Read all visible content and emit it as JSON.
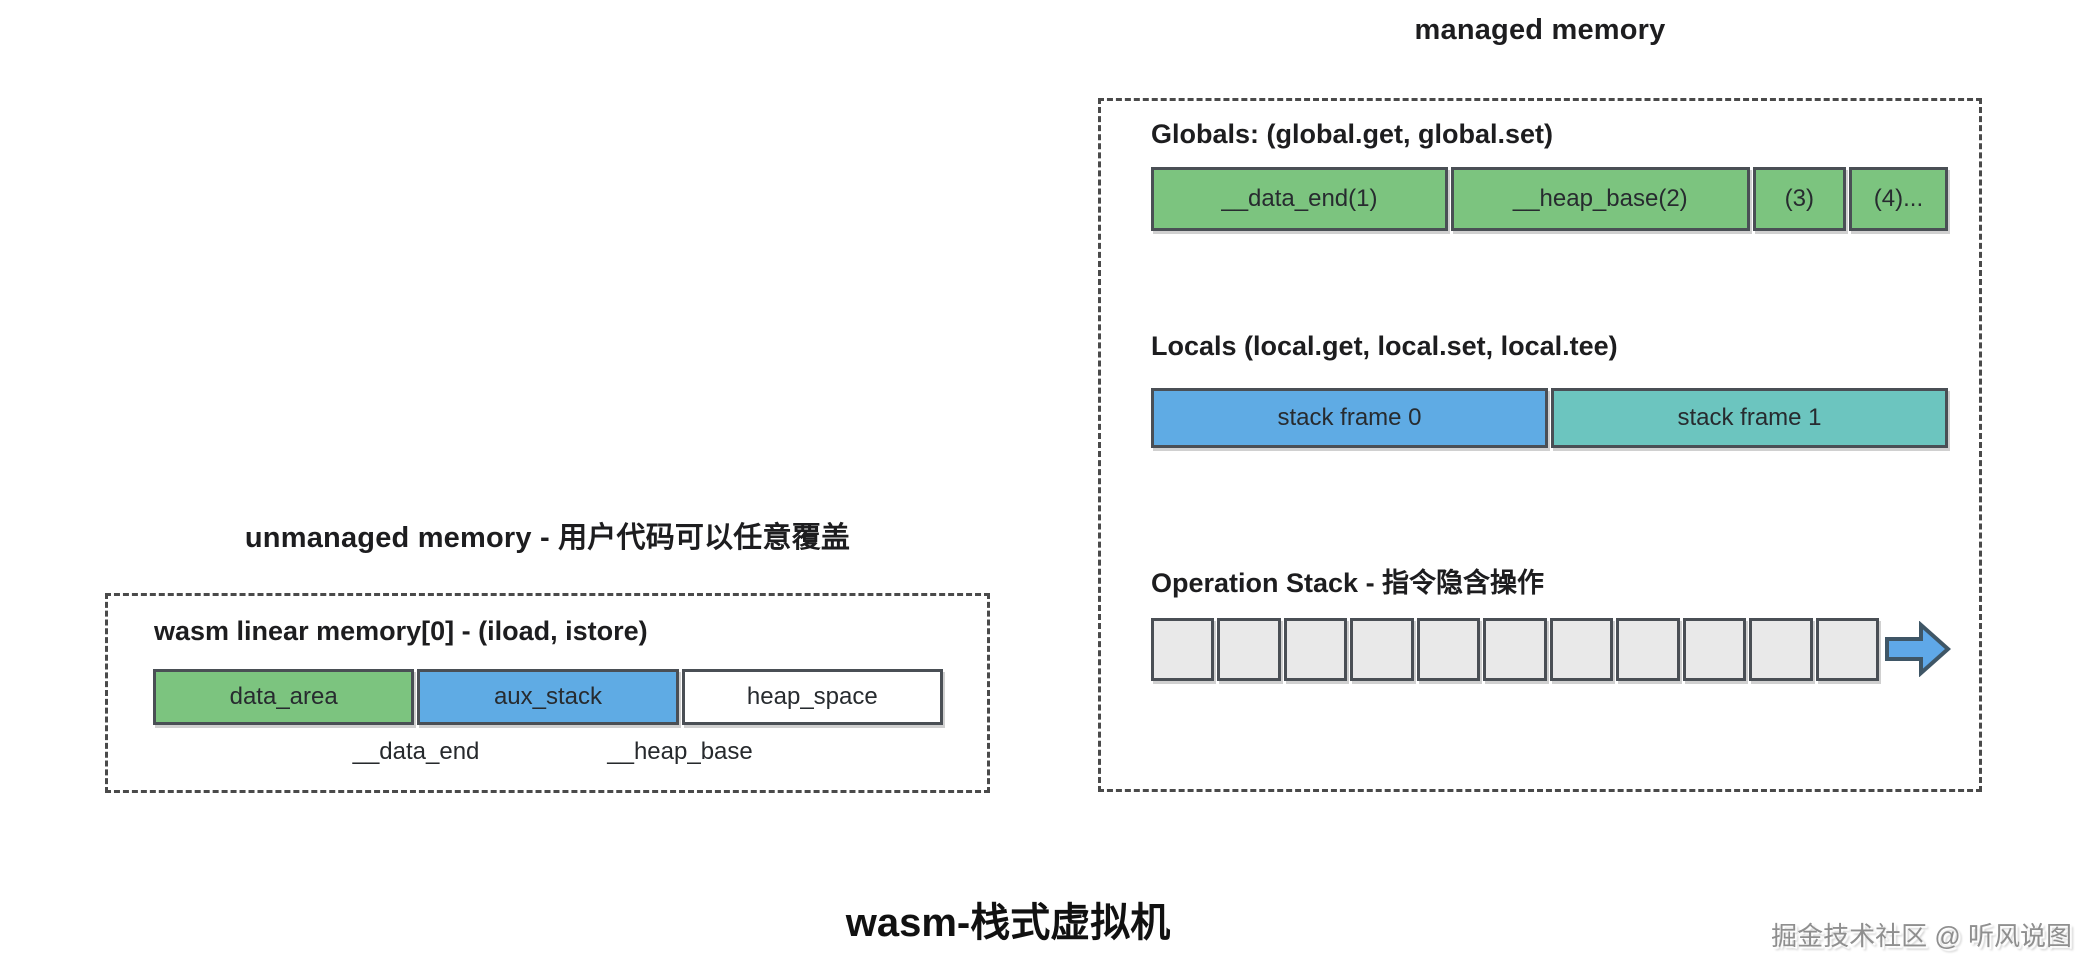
{
  "managed": {
    "title": "managed memory",
    "globals": {
      "heading": "Globals: (global.get, global.set)",
      "segments": [
        {
          "label": "__data_end(1)",
          "color": "#7cc47f"
        },
        {
          "label": "__heap_base(2)",
          "color": "#7cc47f"
        },
        {
          "label": "(3)",
          "color": "#7cc47f"
        },
        {
          "label": "(4)...",
          "color": "#7cc47f"
        }
      ]
    },
    "locals": {
      "heading": "Locals (local.get, local.set, local.tee)",
      "segments": [
        {
          "label": "stack frame 0",
          "color": "#5fabe4"
        },
        {
          "label": "stack frame 1",
          "color": "#6cc5bf"
        }
      ]
    },
    "operation_stack": {
      "heading": "Operation Stack - 指令隐含操作",
      "slot_count": 11,
      "slot_color": "#e9e9e9",
      "arrow_icon": "right-block-arrow",
      "arrow_fill": "#5fa8e8",
      "arrow_stroke": "#3f5666"
    }
  },
  "unmanaged": {
    "title": "unmanaged memory - 用户代码可以任意覆盖",
    "linear_memory": {
      "heading": "wasm linear memory[0] - (iload, istore)",
      "segments": [
        {
          "label": "data_area",
          "color": "#7cc47f"
        },
        {
          "label": "aux_stack",
          "color": "#5fabe4"
        },
        {
          "label": "heap_space",
          "color": "#ffffff"
        }
      ],
      "pointer_labels": [
        "__data_end",
        "__heap_base"
      ]
    }
  },
  "footer": {
    "title": "wasm-栈式虚拟机",
    "watermark": "掘金技术社区 @ 听风说图"
  },
  "colors": {
    "segment_border": "#4a4f55",
    "dashed_border": "#4a4a4a",
    "background": "#ffffff",
    "green": "#7cc47f",
    "blue": "#5fabe4",
    "teal": "#6cc5bf",
    "slot_gray": "#e9e9e9"
  }
}
